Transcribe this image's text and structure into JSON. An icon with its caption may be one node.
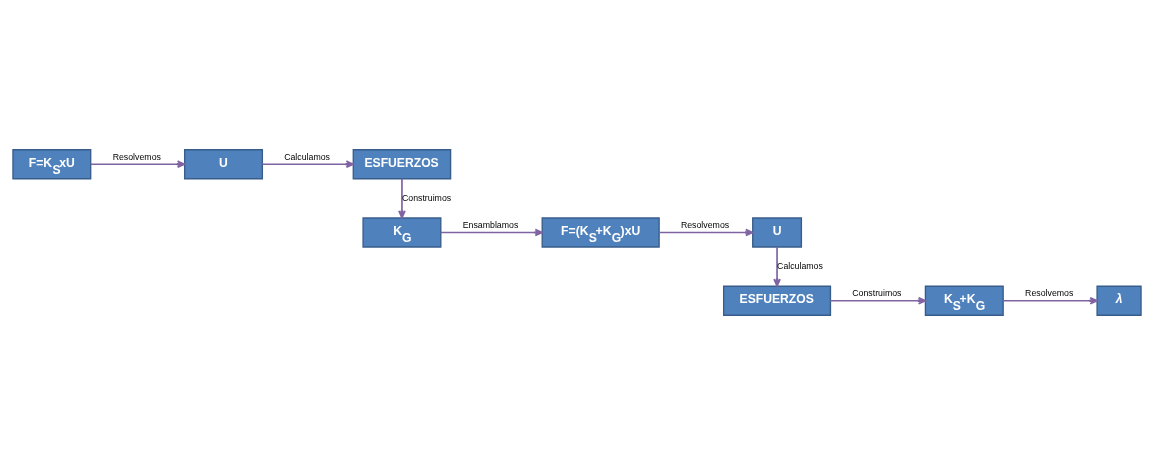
{
  "diagram": {
    "nodes": [
      {
        "text": [
          "F=K$_{S}$xU"
        ]
      },
      {
        "text": [
          "U"
        ]
      },
      {
        "text": [
          "ESFUERZOS"
        ]
      },
      {
        "text": [
          "K$_{G}$"
        ]
      },
      {
        "text": [
          "F=(K$_{S}$+K$_{G}$)xU"
        ]
      },
      {
        "text": [
          "U"
        ]
      },
      {
        "text": [
          "ESFUERZOS"
        ]
      },
      {
        "text": [
          "K$_{S}$+K$_{G}$"
        ]
      },
      {
        "text": [
          "λ"
        ]
      }
    ],
    "edges": [
      {
        "from": 0,
        "to": 1,
        "arrow": "to",
        "label": "Resolvemos"
      },
      {
        "from": 1,
        "to": 2,
        "arrow": "to",
        "label": "Calculamos"
      },
      {
        "from": 2,
        "to": 3,
        "arrow": "to",
        "label": "Construimos"
      },
      {
        "from": 3,
        "to": 4,
        "arrow": "to",
        "label": "Ensamblamos"
      },
      {
        "from": 4,
        "to": 5,
        "arrow": "to",
        "label": "Resolvemos"
      },
      {
        "from": 5,
        "to": 6,
        "arrow": "to",
        "label": "Calculamos"
      },
      {
        "from": 6,
        "to": 7,
        "arrow": "to",
        "label": "Construimos"
      },
      {
        "from": 7,
        "to": 8,
        "arrow": "to",
        "label": "Resolvemos"
      }
    ]
  }
}
